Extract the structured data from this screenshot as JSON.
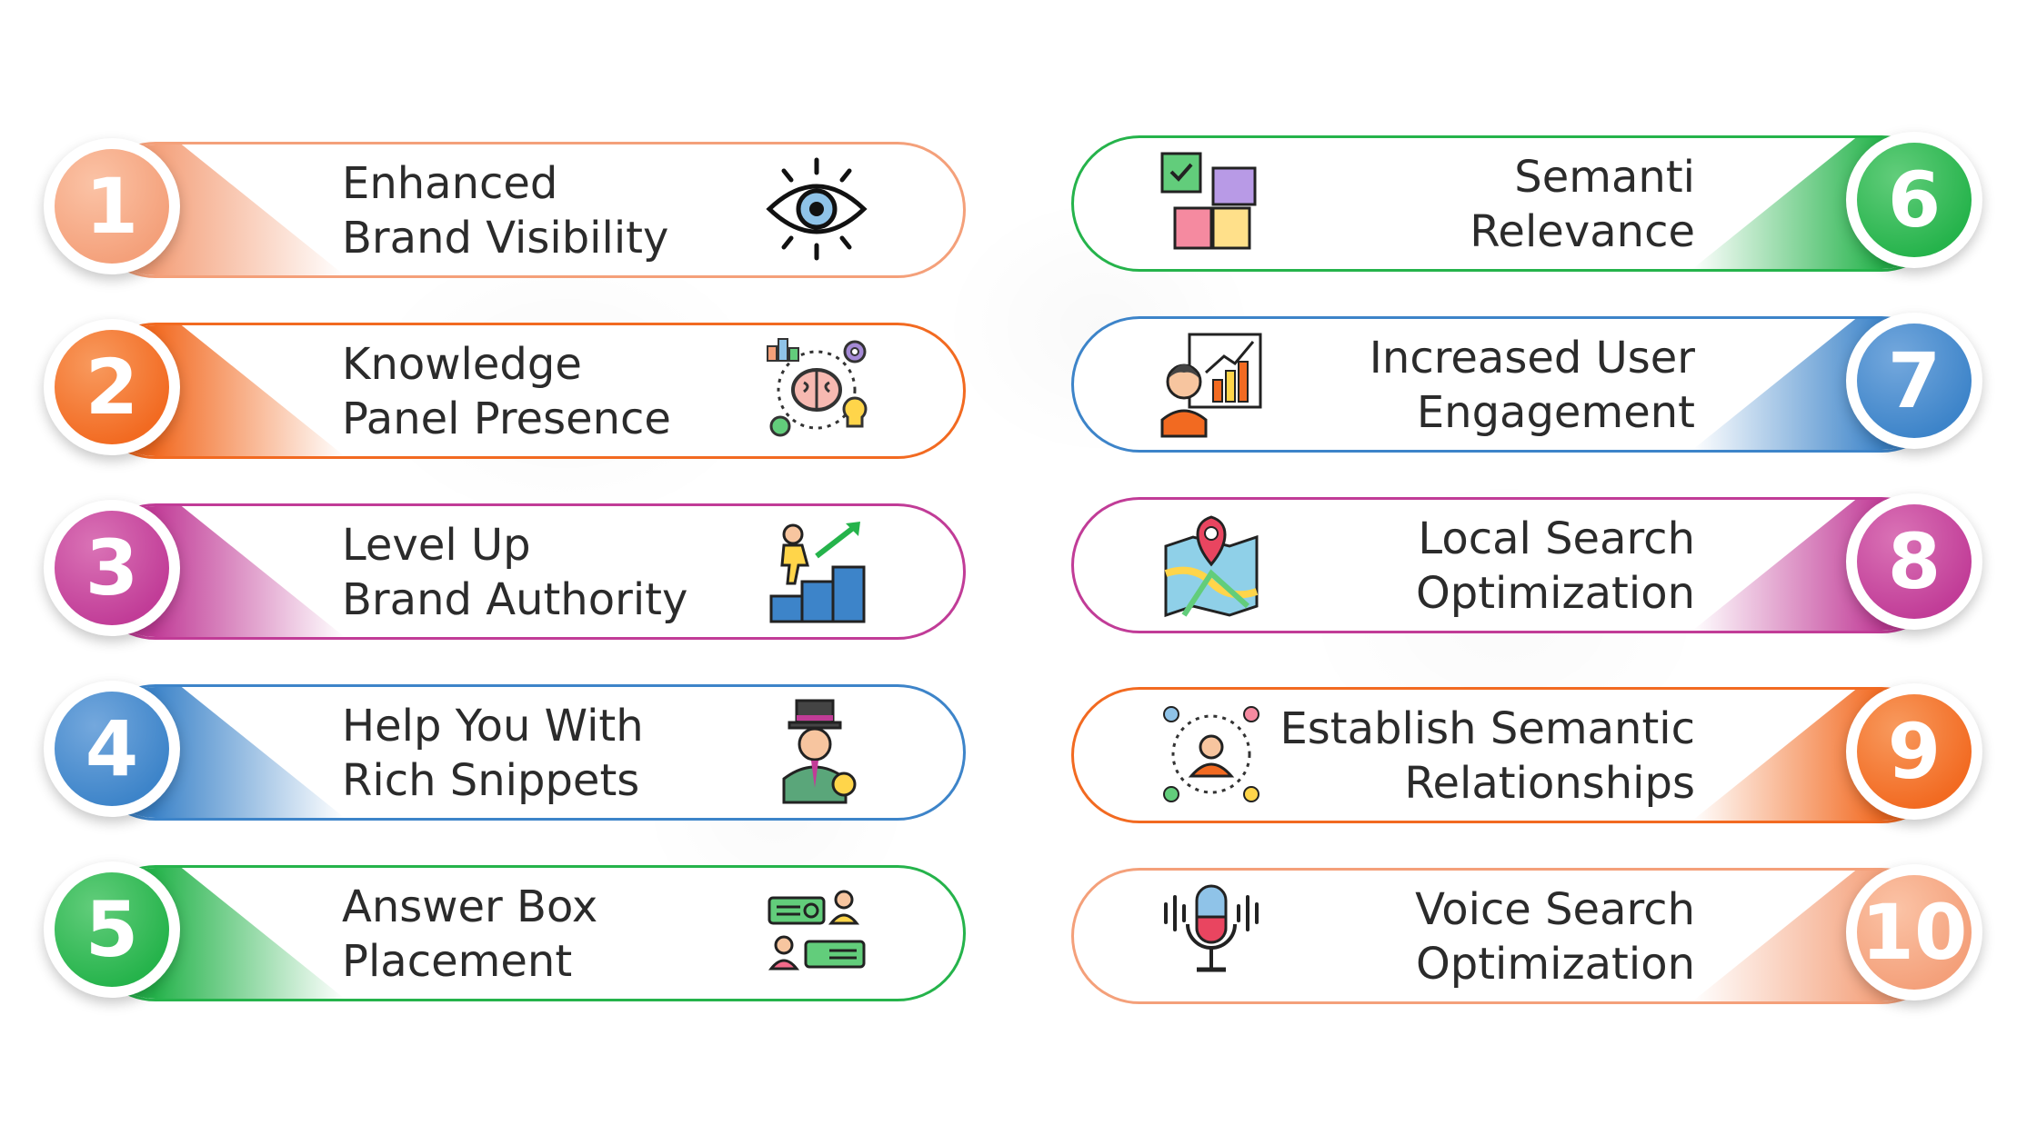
{
  "items": [
    {
      "number": "1",
      "line1": "Enhanced",
      "line2": "Brand Visibility",
      "icon": "eye-icon",
      "color": "#F4A07A",
      "color_light": "#FBC3A6"
    },
    {
      "number": "2",
      "line1": "Knowledge",
      "line2": "Panel Presence",
      "icon": "brain-icon",
      "color": "#F26A21",
      "color_light": "#F89A5E"
    },
    {
      "number": "3",
      "line1": "Level Up",
      "line2": "Brand Authority",
      "icon": "climbing-stairs-icon",
      "color": "#C13C97",
      "color_light": "#DA73B6"
    },
    {
      "number": "4",
      "line1": "Help You With",
      "line2": "Rich Snippets",
      "icon": "detective-icon",
      "color": "#3D84C9",
      "color_light": "#74A8DD"
    },
    {
      "number": "5",
      "line1": "Answer Box",
      "line2": "Placement",
      "icon": "question-answer-icon",
      "color": "#25B34B",
      "color_light": "#62CD7B"
    },
    {
      "number": "6",
      "line1": "Semanti",
      "line2": "Relevance",
      "icon": "puzzle-icon",
      "color": "#25B34B",
      "color_light": "#62CD7B"
    },
    {
      "number": "7",
      "line1": "Increased User",
      "line2": "Engagement",
      "icon": "user-chart-icon",
      "color": "#3D84C9",
      "color_light": "#74A8DD"
    },
    {
      "number": "8",
      "line1": "Local Search",
      "line2": "Optimization",
      "icon": "map-pin-icon",
      "color": "#C13C97",
      "color_light": "#DA73B6"
    },
    {
      "number": "9",
      "line1": "Establish Semantic",
      "line2": "Relationships",
      "icon": "network-people-icon",
      "color": "#F26A21",
      "color_light": "#F89A5E"
    },
    {
      "number": "10",
      "line1": "Voice Search",
      "line2": "Optimization",
      "icon": "microphone-icon",
      "color": "#F4A07A",
      "color_light": "#FBC3A6"
    }
  ]
}
